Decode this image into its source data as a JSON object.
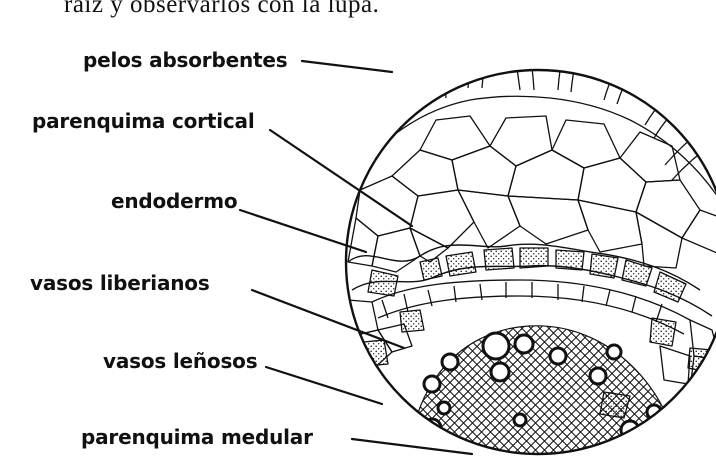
{
  "top_text": "raíz y observarlos con la lupa.",
  "labels": [
    "pelos absorbentes",
    "parenquima cortical",
    "endodermo",
    "vasos liberianos",
    "vasos leñosos",
    "parenquima medular"
  ],
  "colors": {
    "ink": "#111111",
    "paper": "#ffffff"
  }
}
